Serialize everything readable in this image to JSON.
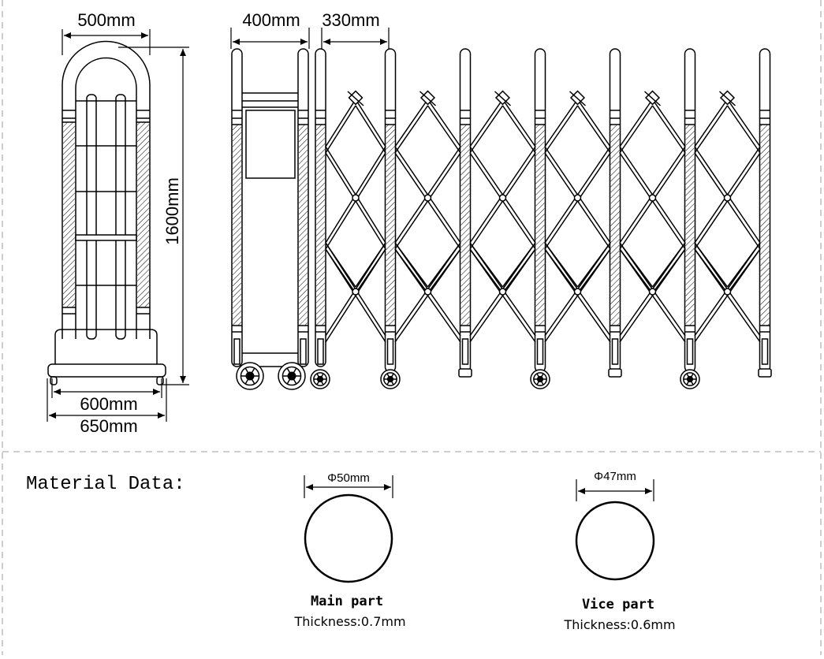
{
  "top": {
    "dim_width_top": "500mm",
    "dim_width_bottom_inner": "600mm",
    "dim_width_bottom_outer": "650mm",
    "dim_height": "1600mm",
    "dim_post": "400mm",
    "dim_spacing": "330mm"
  },
  "material": {
    "heading": "Material Data:",
    "main": {
      "diameter": "Φ50mm",
      "title": "Main part",
      "thickness": "Thickness:0.7mm"
    },
    "vice": {
      "diameter": "Φ47mm",
      "title": "Vice part",
      "thickness": "Thickness:0.6mm"
    }
  },
  "colors": {
    "line": "#000000",
    "border": "#bdbdbd",
    "background": "#ffffff"
  }
}
